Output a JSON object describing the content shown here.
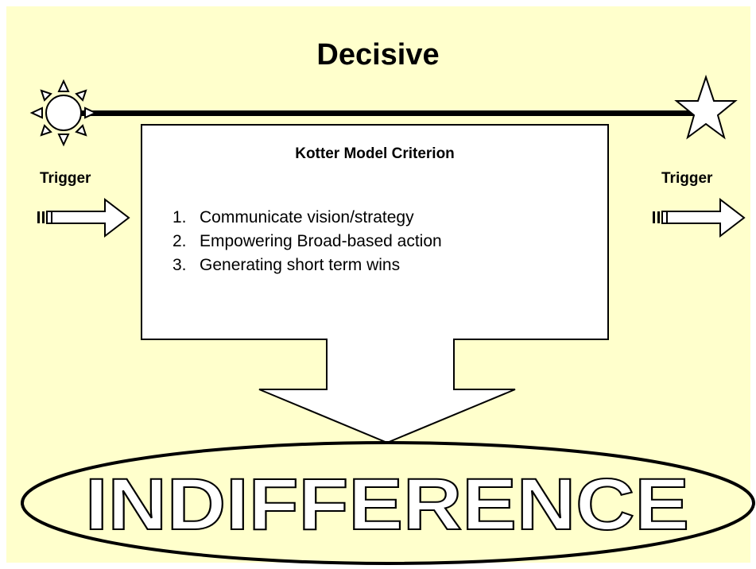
{
  "colors": {
    "background": "#FFFFCC",
    "outline": "#000000",
    "box_fill": "#FFFFFF"
  },
  "title": "Decisive",
  "start_icon": "sun-icon",
  "end_icon": "star-icon",
  "trigger_left": "Trigger",
  "trigger_right": "Trigger",
  "box": {
    "title": "Kotter Model Criterion",
    "items": [
      {
        "num": "1.",
        "text": "Communicate vision/strategy"
      },
      {
        "num": "2.",
        "text": "Empowering Broad-based action"
      },
      {
        "num": "3.",
        "text": "Generating short term wins"
      }
    ]
  },
  "outcome": "INDIFFERENCE"
}
